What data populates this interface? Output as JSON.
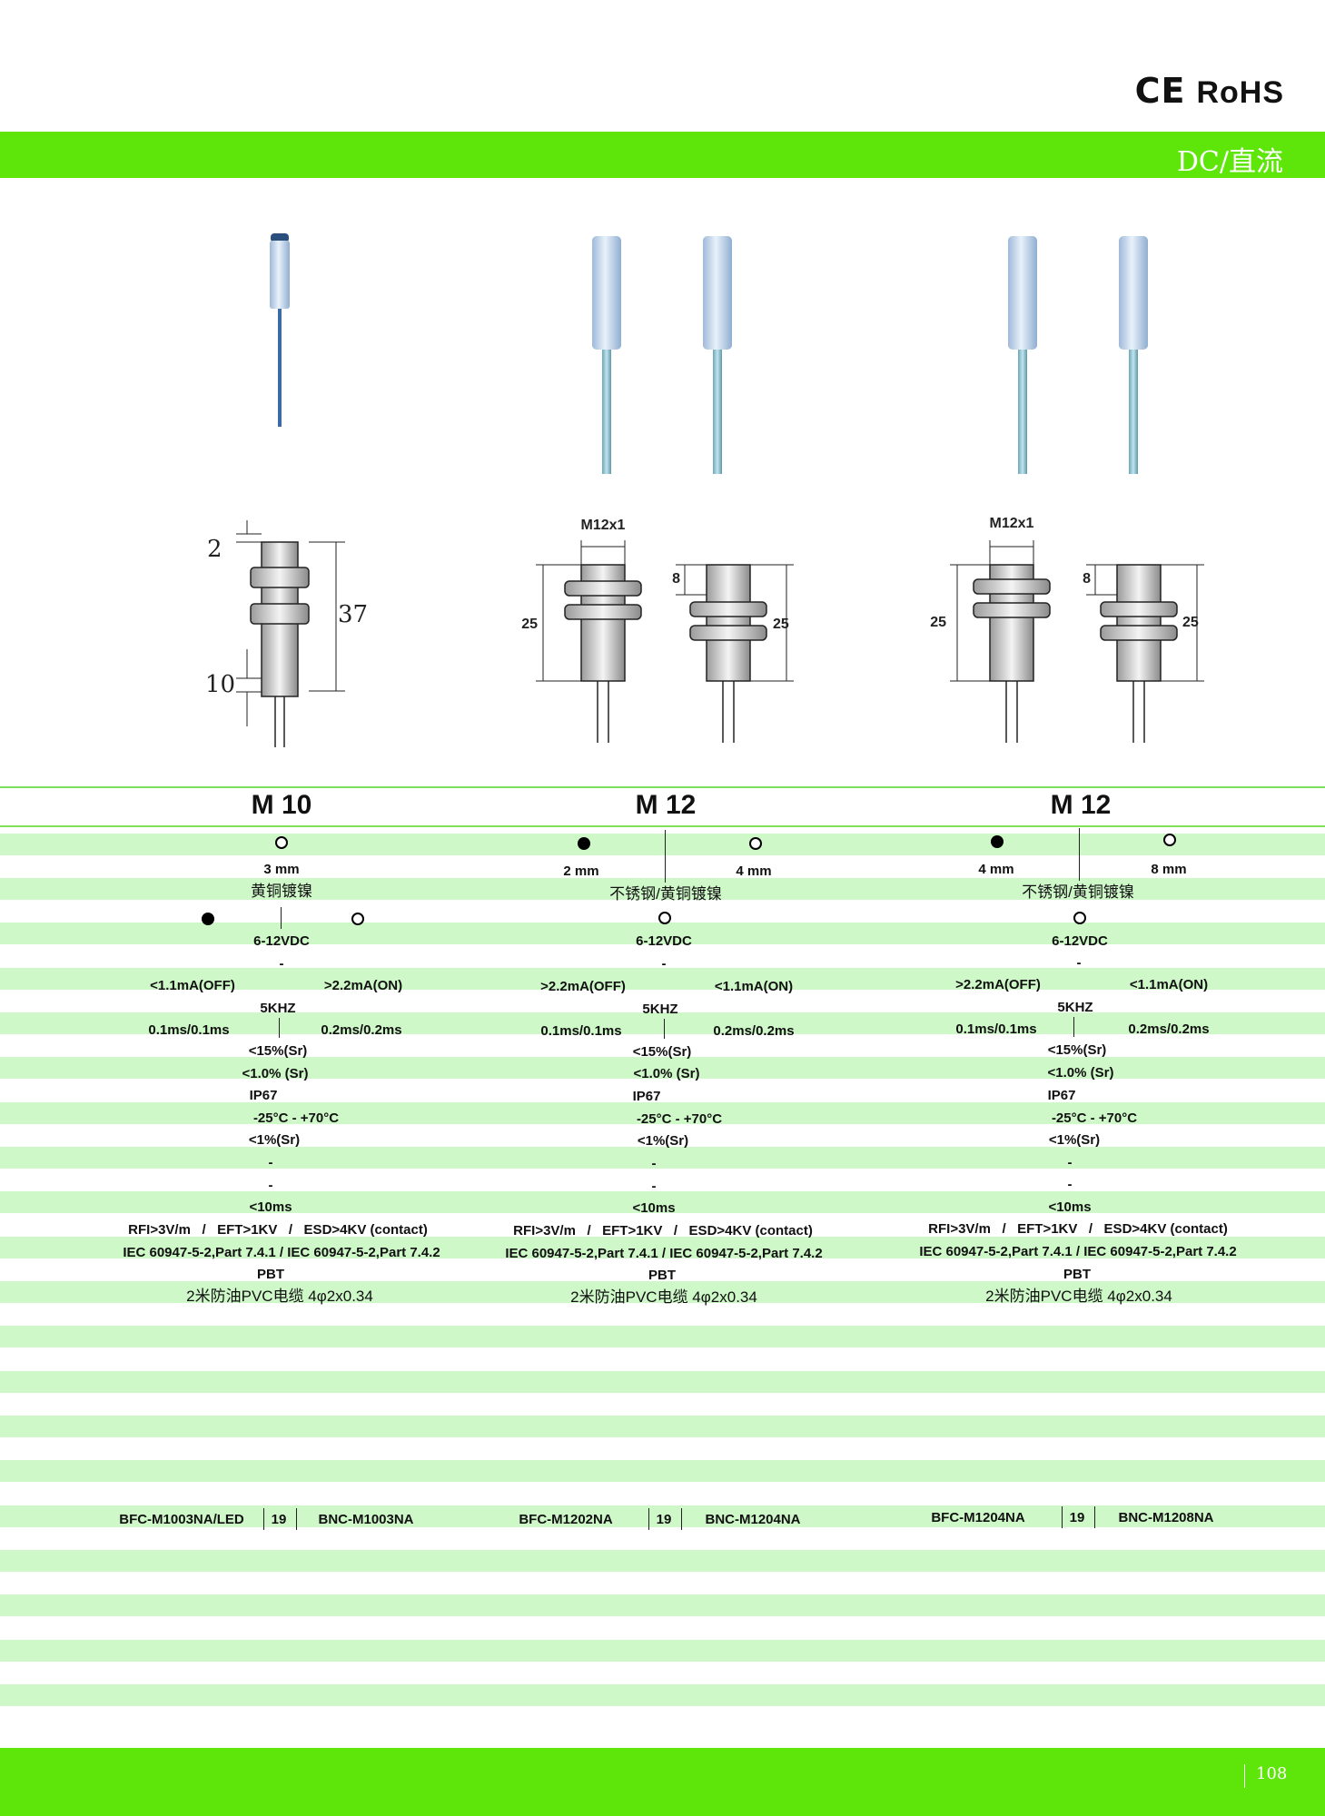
{
  "header": {
    "certifications": {
      "ce": "CE",
      "rohs": "RoHS"
    },
    "title": "DC/直流"
  },
  "drawings": {
    "col1": {
      "d1": "2",
      "d2": "37",
      "d3": "10"
    },
    "col2": {
      "thread": "M12x1",
      "a": "25",
      "b": "8",
      "c": "25"
    },
    "col3": {
      "thread": "M12x1",
      "a": "25",
      "b": "8",
      "c": "25"
    }
  },
  "models": [
    "M 10",
    "M 12",
    "M 12"
  ],
  "spec": {
    "col1": {
      "distance": "3 mm",
      "material": "黄铜镀镍",
      "voltage": "6-12VDC",
      "dash1": "-",
      "current_a": "<1.1mA(OFF)",
      "current_b": ">2.2mA(ON)",
      "frequency": "5KHZ",
      "time_a": "0.1ms/0.1ms",
      "time_b": "0.2ms/0.2ms",
      "hysteresis": "<15%(Sr)",
      "repeat": "<1.0% (Sr)",
      "protection": "IP67",
      "temperature": "-25°C - +70°C",
      "drift": "<1%(Sr)",
      "dash2": "-",
      "dash3": "-",
      "response": "<10ms",
      "emc": "RFI>3V/m   /   EFT>1KV   /   ESD>4KV (contact)",
      "standard": "IEC 60947-5-2,Part 7.4.1 / IEC 60947-5-2,Part 7.4.2",
      "housing": "PBT",
      "cable": "2米防油PVC电缆 4φ2x0.34",
      "order_a": "BFC-M1003NA/LED",
      "order_num": "19",
      "order_b": "BNC-M1003NA"
    },
    "col2": {
      "distance_a": "2 mm",
      "distance_b": "4 mm",
      "material": "不锈钢/黄铜镀镍",
      "voltage": "6-12VDC",
      "dash1": "-",
      "current_a": ">2.2mA(OFF)",
      "current_b": "<1.1mA(ON)",
      "frequency": "5KHZ",
      "time_a": "0.1ms/0.1ms",
      "time_b": "0.2ms/0.2ms",
      "hysteresis": "<15%(Sr)",
      "repeat": "<1.0% (Sr)",
      "protection": "IP67",
      "temperature": "-25°C - +70°C",
      "drift": "<1%(Sr)",
      "dash2": "-",
      "dash3": "-",
      "response": "<10ms",
      "emc": "RFI>3V/m   /   EFT>1KV   /   ESD>4KV (contact)",
      "standard": "IEC 60947-5-2,Part 7.4.1 / IEC 60947-5-2,Part 7.4.2",
      "housing": "PBT",
      "cable": "2米防油PVC电缆 4φ2x0.34",
      "order_a": "BFC-M1202NA",
      "order_num": "19",
      "order_b": "BNC-M1204NA"
    },
    "col3": {
      "distance_a": "4 mm",
      "distance_b": "8 mm",
      "material": "不锈钢/黄铜镀镍",
      "voltage": "6-12VDC",
      "dash1": "-",
      "current_a": ">2.2mA(OFF)",
      "current_b": "<1.1mA(ON)",
      "frequency": "5KHZ",
      "time_a": "0.1ms/0.1ms",
      "time_b": "0.2ms/0.2ms",
      "hysteresis": "<15%(Sr)",
      "repeat": "<1.0% (Sr)",
      "protection": "IP67",
      "temperature": "-25°C - +70°C",
      "drift": "<1%(Sr)",
      "dash2": "-",
      "dash3": "-",
      "response": "<10ms",
      "emc": "RFI>3V/m   /   EFT>1KV   /   ESD>4KV (contact)",
      "standard": "IEC 60947-5-2,Part 7.4.1 / IEC 60947-5-2,Part 7.4.2",
      "housing": "PBT",
      "cable": "2米防油PVC电缆 4φ2x0.34",
      "order_a": "BFC-M1204NA",
      "order_num": "19",
      "order_b": "BNC-M1208NA"
    }
  },
  "page_number": "108"
}
